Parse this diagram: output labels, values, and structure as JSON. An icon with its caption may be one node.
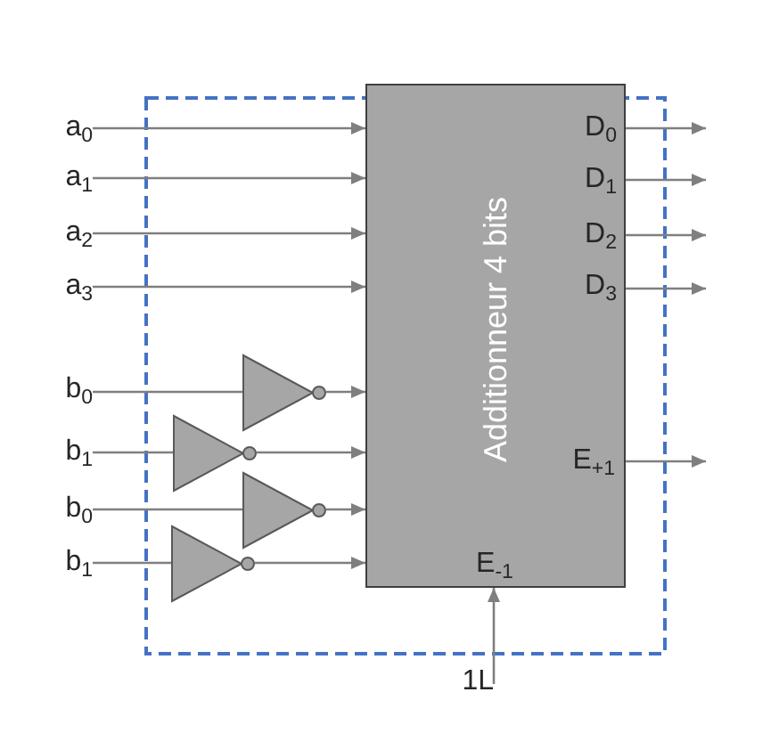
{
  "diagram": {
    "nodes": [
      {
        "text": [
          "Additionneur 4 bits",
          "D$_{0}$",
          "D$_{1}$",
          "D$_{2}$",
          "D$_{3}$",
          "E$_{+1}$",
          "E$_{-1}$"
        ]
      },
      {
        "text": [
          "a$_{0}$"
        ]
      },
      {
        "text": [
          "a$_{1}$"
        ]
      },
      {
        "text": [
          "a$_{2}$"
        ]
      },
      {
        "text": [
          "a$_{3}$"
        ]
      },
      {
        "text": [
          "b$_{0}$"
        ]
      },
      {
        "text": [],
        "shape": "triangle"
      },
      {
        "text": [
          "b$_{1}$"
        ]
      },
      {
        "text": [],
        "shape": "triangle"
      },
      {
        "text": [
          "b$_{0}$"
        ]
      },
      {
        "text": [],
        "shape": "triangle"
      },
      {
        "text": [
          "b$_{1}$"
        ]
      },
      {
        "text": [],
        "shape": "triangle"
      },
      {
        "text": [
          "1L"
        ]
      }
    ],
    "edges": [
      {
        "from": 1,
        "to": 0,
        "arrow": "to"
      },
      {
        "from": 2,
        "to": 0,
        "arrow": "to"
      },
      {
        "from": 3,
        "to": 0,
        "arrow": "to"
      },
      {
        "from": 4,
        "to": 0,
        "arrow": "to"
      },
      {
        "from": 5,
        "to": 6,
        "arrow": "none"
      },
      {
        "from": 6,
        "to": 0,
        "arrow": "to"
      },
      {
        "from": 7,
        "to": 8,
        "arrow": "none"
      },
      {
        "from": 8,
        "to": 0,
        "arrow": "to"
      },
      {
        "from": 9,
        "to": 10,
        "arrow": "none"
      },
      {
        "from": 10,
        "to": 0,
        "arrow": "to"
      },
      {
        "from": 11,
        "to": 12,
        "arrow": "none"
      },
      {
        "from": 12,
        "to": 0,
        "arrow": "to"
      },
      {
        "from": 0,
        "to": null,
        "arrow": "to"
      },
      {
        "from": 0,
        "to": null,
        "arrow": "to"
      },
      {
        "from": 0,
        "to": null,
        "arrow": "to"
      },
      {
        "from": 0,
        "to": null,
        "arrow": "to"
      },
      {
        "from": 0,
        "to": null,
        "arrow": "to"
      },
      {
        "from": 13,
        "to": 0,
        "arrow": "to"
      }
    ]
  }
}
